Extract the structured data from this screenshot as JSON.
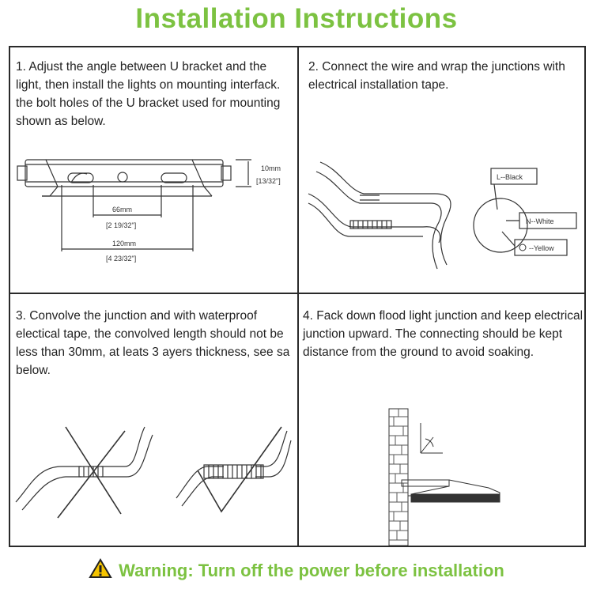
{
  "title": "Installation Instructions",
  "steps": [
    {
      "text": "1. Adjust the angle between U bracket and the light, then install the lights on mounting interfack. the bolt holes of the U bracket used for mounting shown as below."
    },
    {
      "text": "2. Connect the wire and wrap the junctions with electrical installation tape."
    },
    {
      "text": "3. Convolve the junction and with waterproof electical tape, the convolved length should not be less than 30mm, at leats 3 ayers thickness, see sa below."
    },
    {
      "text": "4. Fack down flood light junction and keep electrical junction upward. The connecting should be kept distance from the ground to avoid soaking."
    }
  ],
  "bracket_dims": {
    "height_mm": "10mm",
    "height_in": "[13/32\"]",
    "hole_spacing_mm": "66mm",
    "hole_spacing_in": "[2 19/32\"]",
    "total_mm": "120mm",
    "total_in": "[4 23/32\"]"
  },
  "wire_labels": {
    "black": "L--Black",
    "white": "N--White",
    "yellow": "--Yellow"
  },
  "warning": "Warning: Turn off the power before installation",
  "colors": {
    "accent": "#7cc241",
    "warning_icon": "#f5c400"
  }
}
